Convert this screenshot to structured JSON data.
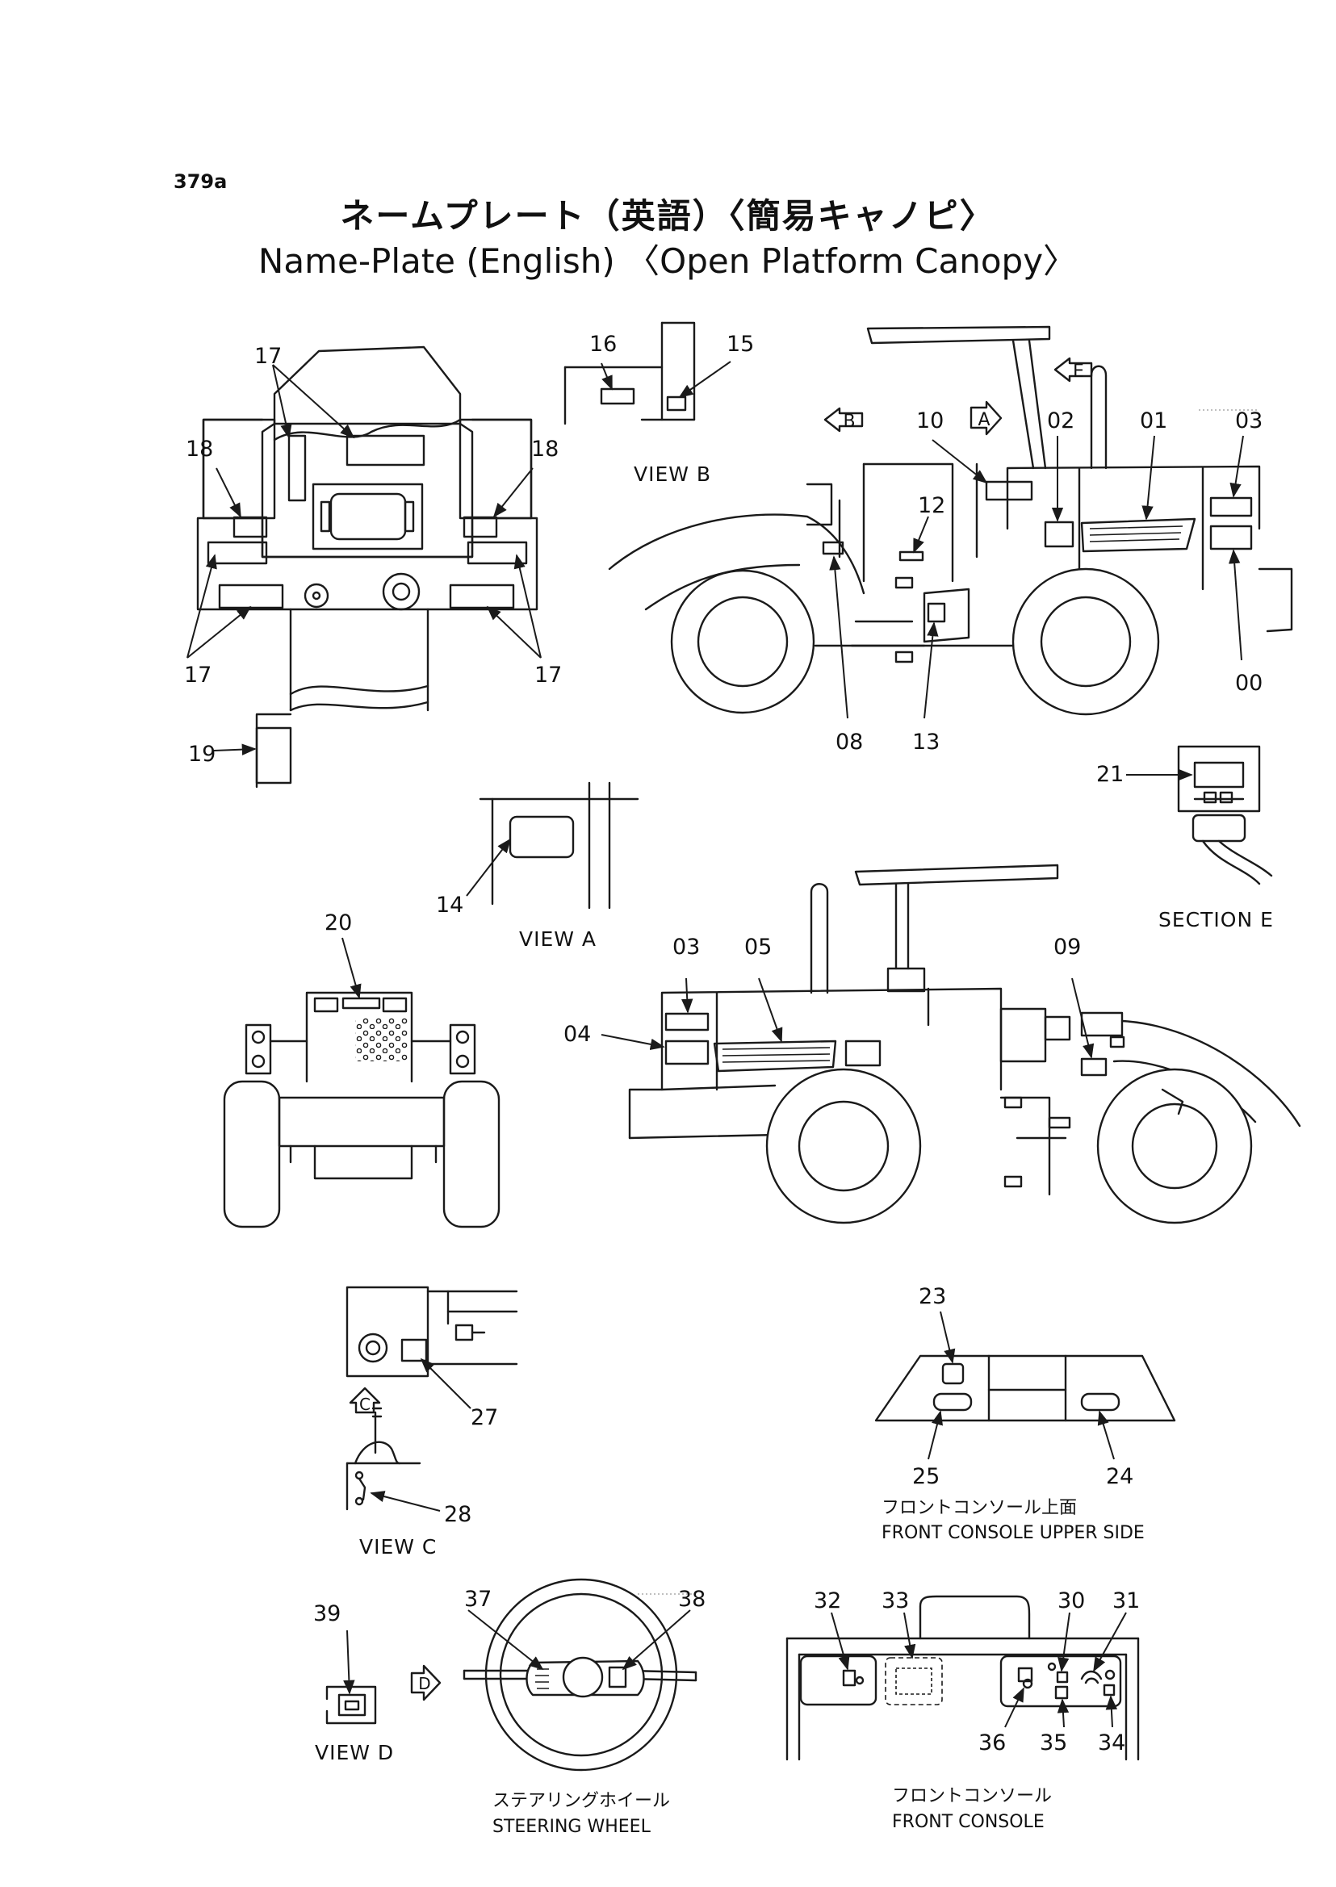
{
  "page": {
    "code": "379a",
    "title_jp": "ネームプレート（英語）〈簡易キャノピ〉",
    "title_en": "Name-Plate (English) 〈Open Platform Canopy〉"
  },
  "views": {
    "view_b": "VIEW  B",
    "view_a": "VIEW  A",
    "section_e": "SECTION  E",
    "view_c": "VIEW  C",
    "view_d": "VIEW  D",
    "front_console_upper_jp": "フロントコンソール上面",
    "front_console_upper_en": "FRONT  CONSOLE  UPPER  SIDE",
    "steering_wheel_jp": "ステアリングホイール",
    "steering_wheel_en": "STEERING  WHEEL",
    "front_console_jp": "フロントコンソール",
    "front_console_en": "FRONT  CONSOLE"
  },
  "view_markers": {
    "a": "A",
    "b": "B",
    "c": "C",
    "d": "D",
    "e": "E"
  },
  "callouts": {
    "c00": "00",
    "c01": "01",
    "c02": "02",
    "c03": "03",
    "c04": "04",
    "c05": "05",
    "c08": "08",
    "c09": "09",
    "c10": "10",
    "c12": "12",
    "c13": "13",
    "c14": "14",
    "c15": "15",
    "c16": "16",
    "c17": "17",
    "c18": "18",
    "c19": "19",
    "c20": "20",
    "c21": "21",
    "c23": "23",
    "c24": "24",
    "c25": "25",
    "c27": "27",
    "c28": "28",
    "c30": "30",
    "c31": "31",
    "c32": "32",
    "c33": "33",
    "c34": "34",
    "c35": "35",
    "c36": "36",
    "c37": "37",
    "c38": "38",
    "c39": "39"
  }
}
